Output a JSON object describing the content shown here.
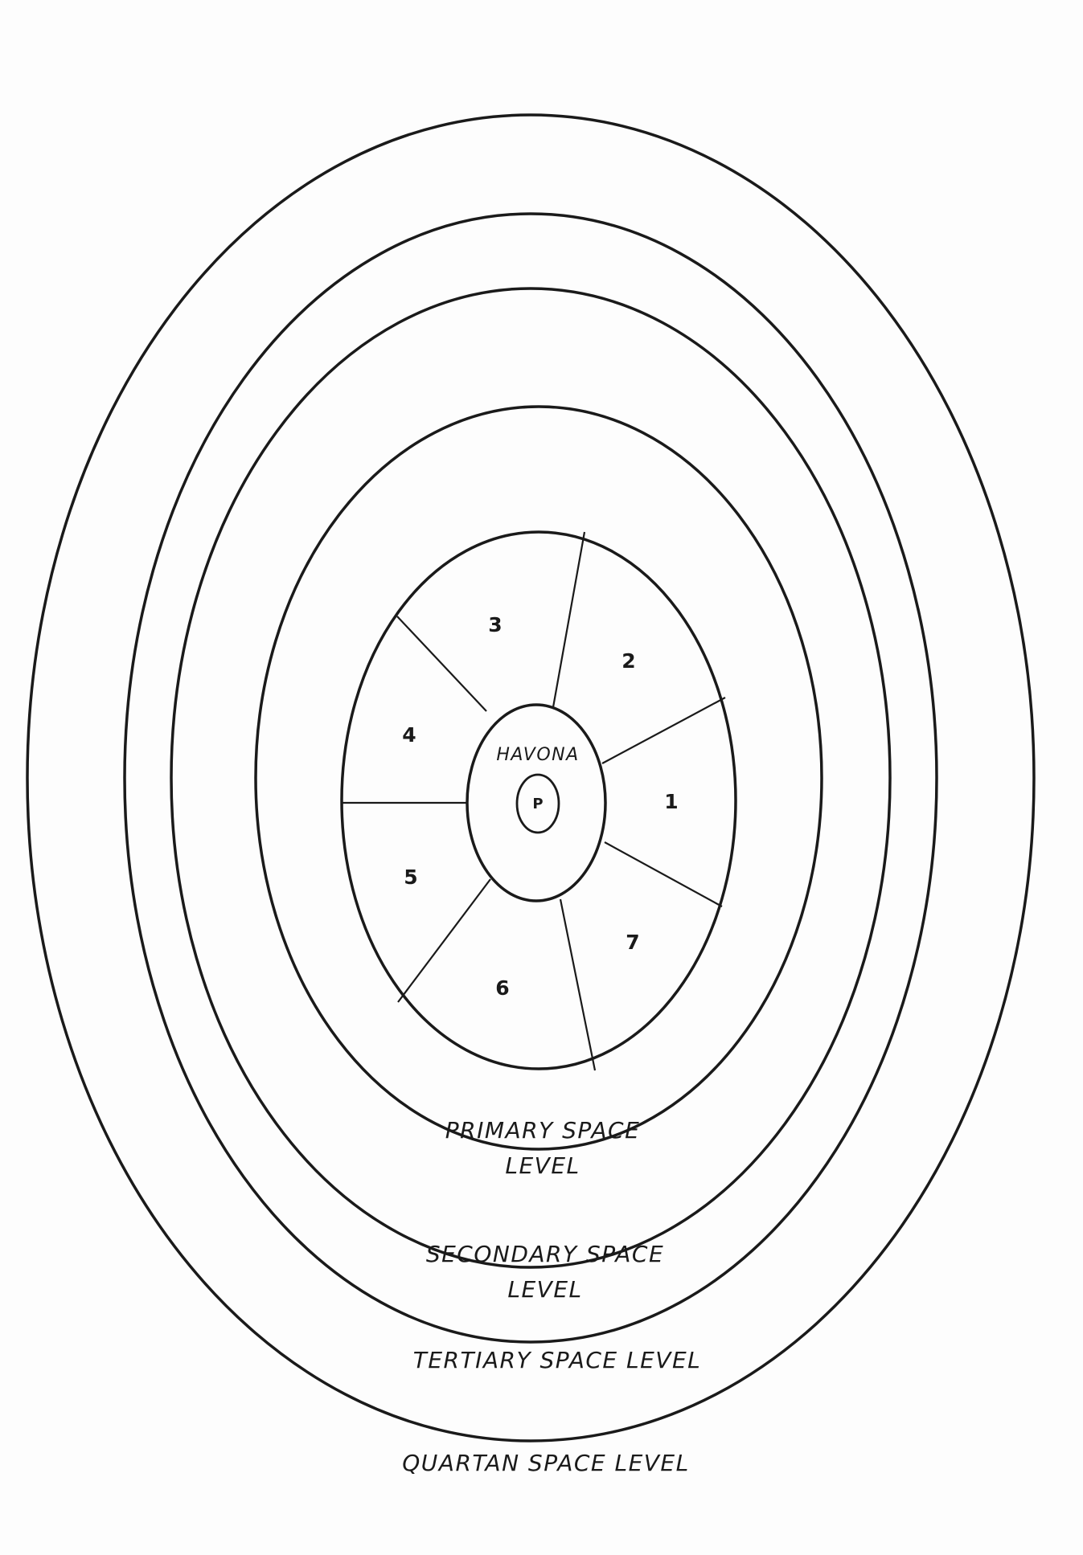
{
  "center": {
    "havona_label": "HAVONA",
    "paradise_label": "P"
  },
  "superuniverses": [
    {
      "label": "1"
    },
    {
      "label": "2"
    },
    {
      "label": "3"
    },
    {
      "label": "4"
    },
    {
      "label": "5"
    },
    {
      "label": "6"
    },
    {
      "label": "7"
    }
  ],
  "levels": {
    "primary": {
      "line1": "PRIMARY SPACE",
      "line2": "LEVEL"
    },
    "secondary": {
      "line1": "SECONDARY SPACE",
      "line2": "LEVEL"
    },
    "tertiary": {
      "line1": "TERTIARY SPACE LEVEL"
    },
    "quartan": {
      "line1": "QUARTAN SPACE LEVEL"
    }
  },
  "colors": {
    "ink": "#1a1a1a",
    "paper": "#fdfdfd"
  }
}
